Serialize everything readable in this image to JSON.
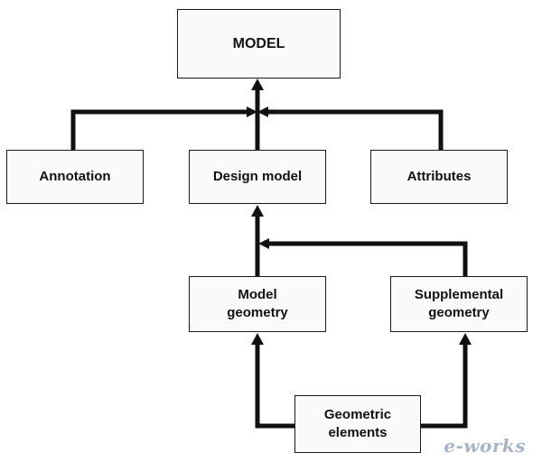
{
  "diagram": {
    "nodes": {
      "model": "MODEL",
      "annotation": "Annotation",
      "design_model": "Design model",
      "attributes": "Attributes",
      "model_geometry": "Model\ngeometry",
      "supplemental_geometry": "Supplemental\ngeometry",
      "geometric_elements": "Geometric\nelements"
    },
    "edges": [
      {
        "from": "annotation",
        "to": "model"
      },
      {
        "from": "design_model",
        "to": "model"
      },
      {
        "from": "attributes",
        "to": "model"
      },
      {
        "from": "model_geometry",
        "to": "design_model"
      },
      {
        "from": "supplemental_geometry",
        "to": "design_model"
      },
      {
        "from": "geometric_elements",
        "to": "model_geometry"
      },
      {
        "from": "geometric_elements",
        "to": "supplemental_geometry"
      }
    ],
    "colors": {
      "line": "#111111",
      "box_border": "#1a1a1a",
      "watermark": "#a9b4c4"
    }
  },
  "watermark": "e-works"
}
